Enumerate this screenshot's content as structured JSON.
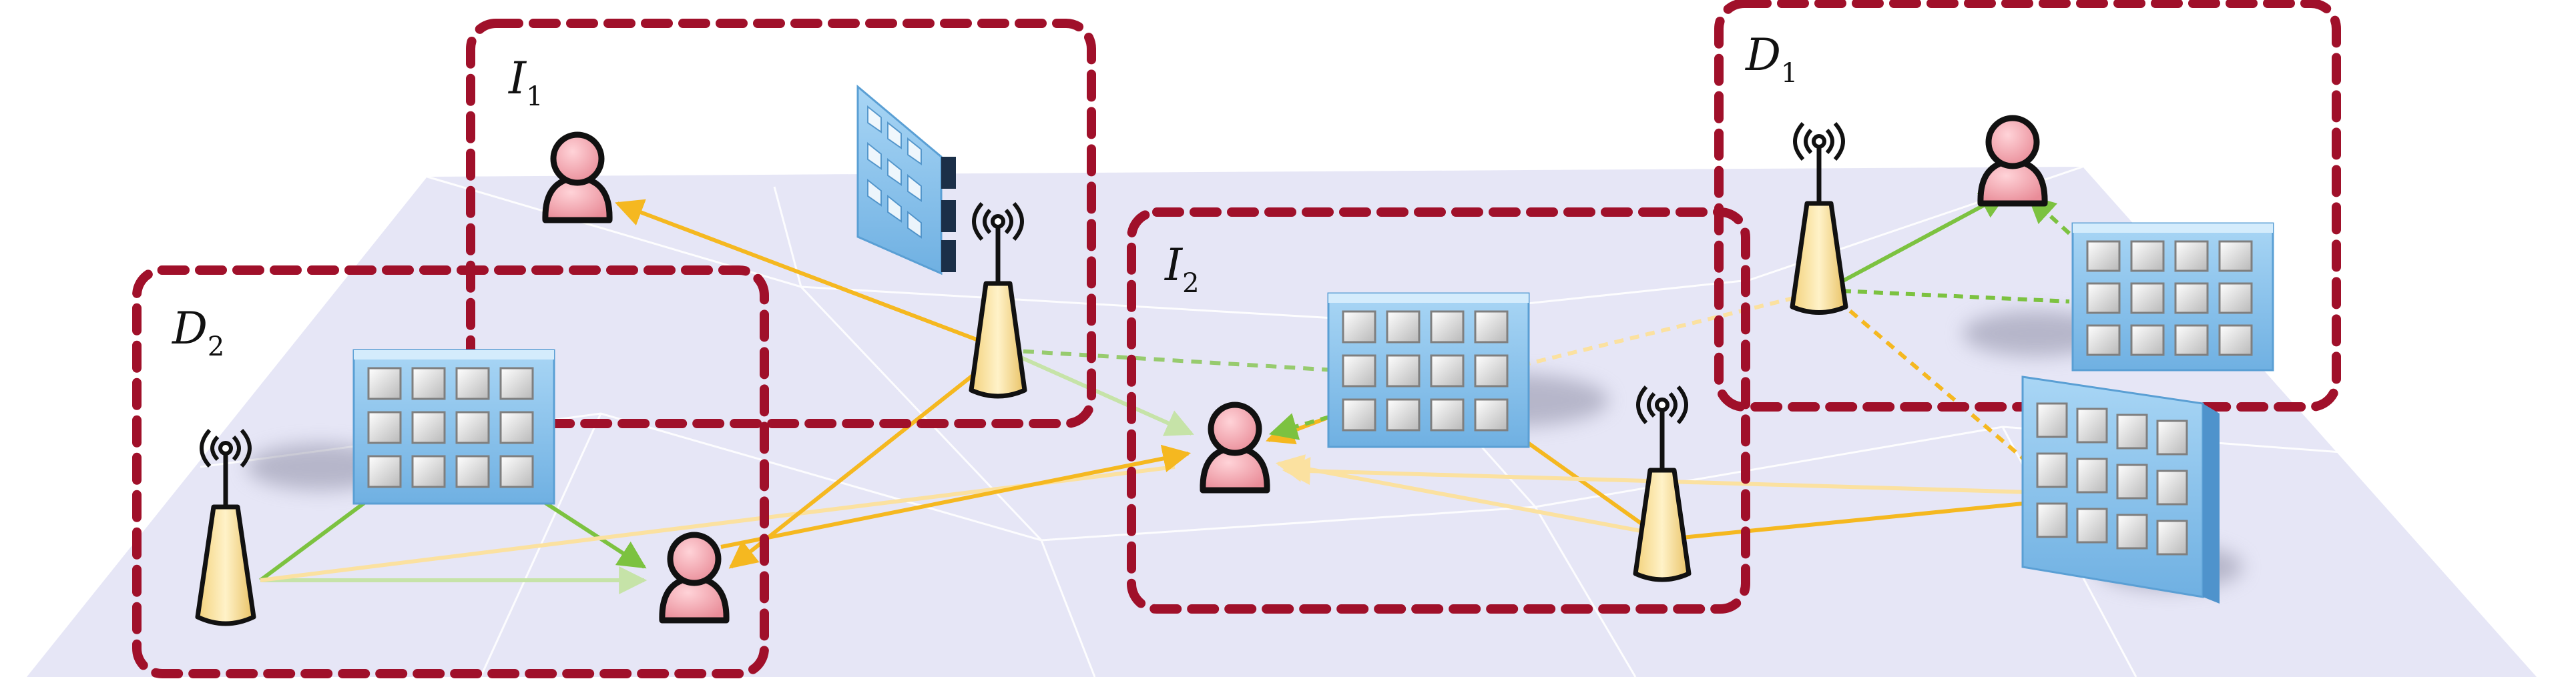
{
  "zones": [
    {
      "id": "I1",
      "letter": "I",
      "index": "1"
    },
    {
      "id": "D1",
      "letter": "D",
      "index": "1"
    },
    {
      "id": "I2",
      "letter": "I",
      "index": "2"
    },
    {
      "id": "D2",
      "letter": "D",
      "index": "2"
    }
  ],
  "colors": {
    "zone_border": "#a0102a",
    "ground": "#e6e6f6",
    "signal_green": "#7cc240",
    "signal_orange": "#f5b820",
    "user_fill": "#f2a8b0",
    "antenna_fill": "#f8e0a0",
    "reflector_fill": "#8ec7ee"
  }
}
